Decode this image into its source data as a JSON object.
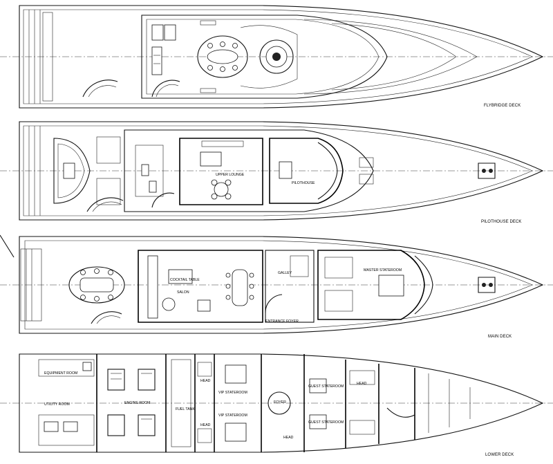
{
  "decks": [
    {
      "label": "FLYBRIDGE DECK"
    },
    {
      "label": "PILOTHOUSE DECK"
    },
    {
      "label": "MAIN DECK"
    },
    {
      "label": "LOWER DECK"
    }
  ],
  "rooms": {
    "upper_lounge": "UPPER LOUNGE",
    "pilothouse": "PILOTHOUSE",
    "cocktail_table": "COCKTAIL TABLE",
    "salon": "SALON",
    "galley": "GALLEY",
    "entrance_foyer": "ENTRANCE FOYER",
    "master_stateroom": "MASTER STATEROOM",
    "equipment_room": "EQUIPMENT ROOM",
    "utility_room": "UTILITY ROOM",
    "engine_room": "ENGINE ROOM",
    "fuel_tank": "FUEL TANK",
    "vip_stateroom_1": "VIP STATEROOM",
    "vip_stateroom_2": "VIP STATEROOM",
    "foyer": "FOYER",
    "guest_stateroom_1": "GUEST STATEROOM",
    "guest_stateroom_2": "GUEST STATEROOM",
    "head_1": "HEAD",
    "head_2": "HEAD",
    "head_3": "HEAD",
    "head_4": "HEAD"
  },
  "colors": {
    "line": "#111111",
    "background": "#ffffff"
  }
}
